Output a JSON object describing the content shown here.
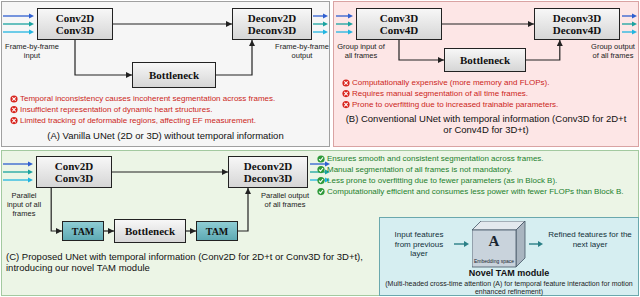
{
  "diagram": {
    "nodes": [
      {
        "text": [
          "Frame-by-frame input",
          "Frame-by-frame output",
          "Temporal inconsistency causes incoherent segmentation across frames.",
          "Insufficient representation of dynamic heart structures.",
          "Limited tracking of deformable regions, affecting EF measurement.",
          "(A) Vanilla UNet (2D or 3D) without temporal information"
        ]
      },
      {
        "text": [
          "Conv2D Conv3D"
        ],
        "in": 0
      },
      {
        "text": [
          "Bottleneck"
        ],
        "in": 0
      },
      {
        "text": [
          "Deconv2D Deconv3D"
        ],
        "in": 0
      },
      {
        "text": [
          "Group input of all frames",
          "Group output of all frames",
          "Computationally expensive (more memory and FLOPs).",
          "Requires manual segmentation of all time frames.",
          "Prone to overfitting due to increased trainable parameters.",
          "(B) Conventional UNet with temporal information (Conv3D for 2D+t or Conv4D for 3D+t)"
        ]
      },
      {
        "text": [
          "Conv3D Conv4D"
        ],
        "in": 4
      },
      {
        "text": [
          "Bottleneck"
        ],
        "in": 4
      },
      {
        "text": [
          "Deconv3D Deconv4D"
        ],
        "in": 4
      },
      {
        "text": [
          "Parallel input of all frames",
          "Parallel output of all frames",
          "Ensures smooth and consistent segmentation across frames.",
          "Manual segmentation of all frames is not mandatory.",
          "Less prone to overfitting due to fewer parameters (as in Block B).",
          "Computationally efficient and consumes less power with fewer FLOPs than Block B.",
          "(C) Proposed UNet with temporal information (Conv2D for 2D+t or Conv3D for 3D+t), introducing our novel TAM module"
        ]
      },
      {
        "text": [
          "Conv2D Conv3D"
        ],
        "in": 8
      },
      {
        "text": [
          "TAM"
        ],
        "in": 8
      },
      {
        "text": [
          "Bottleneck"
        ],
        "in": 8
      },
      {
        "text": [
          "TAM"
        ],
        "in": 8
      },
      {
        "text": [
          "Deconv2D Deconv3D"
        ],
        "in": 8
      },
      {
        "text": [
          "Input features from previous layer",
          "Refined features for the next layer",
          "Novel TAM module",
          "(Multi-headed cross-time attention (A) for temporal feature interaction for motion enhanced refinement)"
        ],
        "in": 8
      },
      {
        "text": [
          "A",
          "Embedding space"
        ],
        "in": 14
      }
    ],
    "edges": [
      {
        "from": 1,
        "to": 2,
        "arrow": "to"
      },
      {
        "from": 2,
        "to": 3,
        "arrow": "to"
      },
      {
        "from": 1,
        "to": 3,
        "arrow": "to"
      },
      {
        "from": 5,
        "to": 6,
        "arrow": "to"
      },
      {
        "from": 6,
        "to": 7,
        "arrow": "to"
      },
      {
        "from": 5,
        "to": 7,
        "arrow": "to"
      },
      {
        "from": 9,
        "to": 10,
        "arrow": "to"
      },
      {
        "from": 10,
        "to": 11,
        "arrow": "to"
      },
      {
        "from": 11,
        "to": 12,
        "arrow": "to"
      },
      {
        "from": 12,
        "to": 13,
        "arrow": "to"
      },
      {
        "from": 9,
        "to": 13,
        "arrow": "to"
      }
    ]
  }
}
